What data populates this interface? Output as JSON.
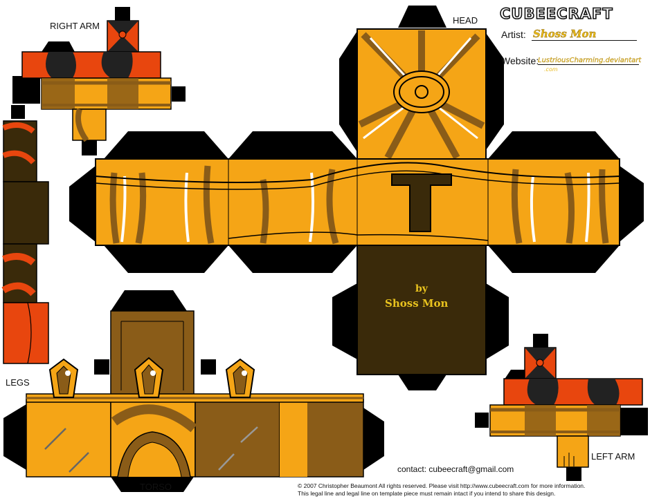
{
  "branding": {
    "logo_text": "CUBEECRAFT"
  },
  "credits": {
    "artist_label": "Artist:",
    "artist_value": "Shoss Mon",
    "website_label": "Website:",
    "website_value": "LustriousCharming.deviantart",
    "website_suffix": ".com",
    "signature_by": "by",
    "signature_name": "Shoss Mon"
  },
  "labels": {
    "head": "HEAD",
    "right_arm": "RIGHT ARM",
    "left_arm": "LEFT ARM",
    "legs": "LEGS",
    "torso": "TORSO"
  },
  "footer": {
    "contact": "contact: cubeecraft@gmail.com",
    "copyright_line1": "© 2007 Christopher Beaumont All rights reserved. Please visit http://www.cubeecraft.com for more information.",
    "copyright_line2": "This legal line and legal line on template piece must remain intact if you intend to share this design."
  },
  "colors": {
    "orange": "#f5a516",
    "dark_orange": "#e87a0e",
    "brown": "#8a5c18",
    "dark_brown": "#3a2a0a",
    "red_orange": "#e8460e",
    "tab_black": "#000000"
  }
}
